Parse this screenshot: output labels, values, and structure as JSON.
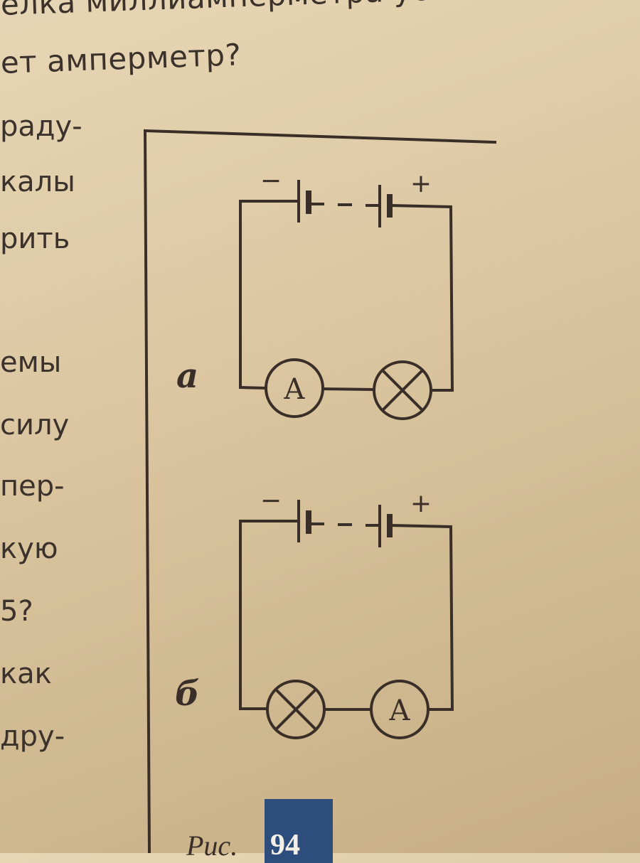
{
  "page_text": {
    "top_line_1": "елка миллиамперметра устано-",
    "top_line_2": "ет амперметр?",
    "left_fragments": [
      "раду-",
      "калы",
      "рить",
      "емы",
      "силу",
      "пер-",
      "кую",
      "5?",
      "как",
      "дру-"
    ]
  },
  "figure": {
    "panel_a_label": "а",
    "panel_b_label": "б",
    "minus_sign": "−",
    "plus_sign": "+",
    "ammeter_letter": "A",
    "caption_word": "Рис.",
    "caption_number": "94",
    "panels": [
      {
        "label": "а",
        "bottom_order": [
          "ammeter",
          "lamp"
        ]
      },
      {
        "label": "б",
        "bottom_order": [
          "lamp",
          "ammeter"
        ]
      }
    ]
  },
  "colors": {
    "ink": "#3a2f28",
    "badge": "#2d4e7c",
    "paper": "#e0ccaa"
  },
  "icons": [
    "battery-icon",
    "ammeter-icon",
    "lamp-icon"
  ]
}
